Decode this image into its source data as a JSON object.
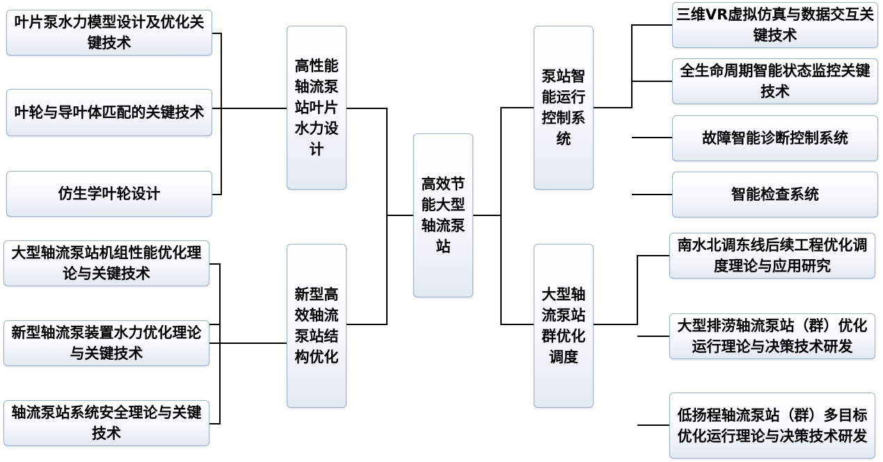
{
  "center": {
    "label": "高效节能大型轴流泵站"
  },
  "branches": {
    "blade_design": {
      "label": "高性能轴流泵站叶片水力设计",
      "items": [
        "叶片泵水力模型设计及优化关键技术",
        "叶轮与导叶体匹配的关键技术",
        "仿生学叶轮设计"
      ]
    },
    "structure": {
      "label": "新型高效轴流泵站结构优化",
      "items": [
        "大型轴流泵站机组性能优化理论与关键技术",
        "新型轴流泵装置水力优化理论与关键技术",
        "轴流泵站系统安全理论与关键技术"
      ]
    },
    "control": {
      "label": "泵站智能运行控制系统",
      "items": [
        "三维VR虚拟仿真与数据交互关键技术",
        "全生命周期智能状态监控关键技术",
        "故障智能诊断控制系统",
        "智能检查系统"
      ]
    },
    "dispatch": {
      "label": "大型轴流泵站群优化调度",
      "items": [
        "南水北调东线后续工程优化调度理论与应用研究",
        "大型排涝轴流泵站（群）优化运行理论与决策技术研发",
        "低扬程轴流泵站（群）多目标优化运行理论与决策技术研发"
      ]
    }
  }
}
